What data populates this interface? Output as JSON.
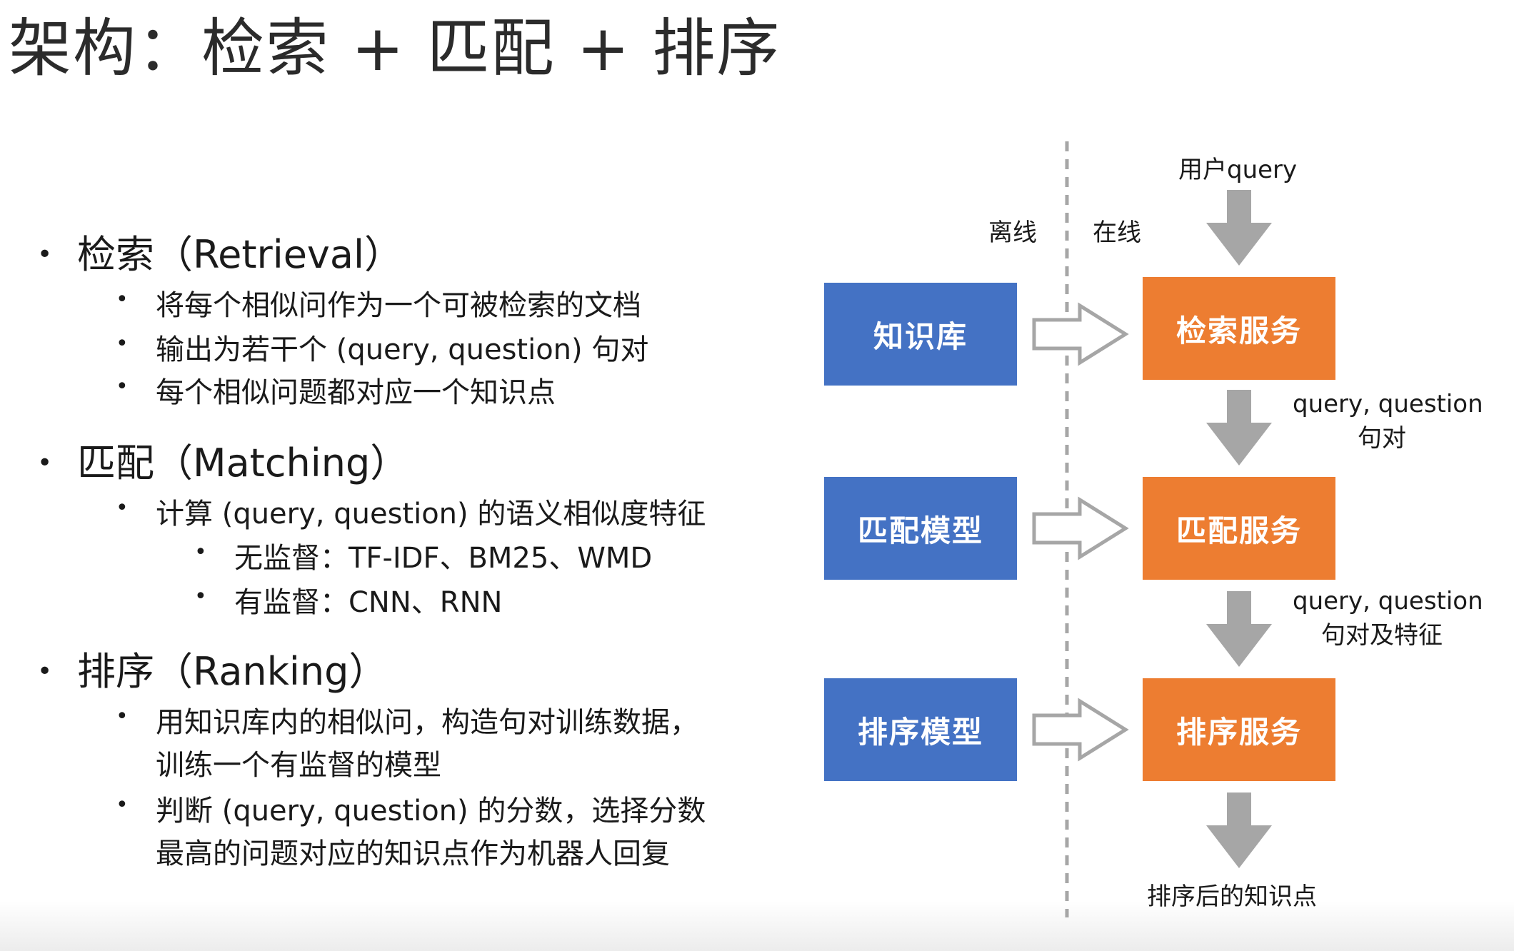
{
  "title": "架构：检索 + 匹配 + 排序",
  "outline": {
    "sections": [
      {
        "heading": "检索（Retrieval）",
        "items": [
          "将每个相似问作为一个可被检索的文档",
          "输出为若干个 (query, question) 句对",
          "每个相似问题都对应一个知识点"
        ]
      },
      {
        "heading": "匹配（Matching）",
        "items": [
          "计算 (query, question) 的语义相似度特征"
        ],
        "subitems": [
          "无监督：TF-IDF、BM25、WMD",
          "有监督：CNN、RNN"
        ]
      },
      {
        "heading": "排序（Ranking）",
        "items": [
          "用知识库内的相似问，构造句对训练数据，",
          "训练一个有监督的模型",
          "判断 (query, question) 的分数，选择分数",
          "最高的问题对应的知识点作为机器人回复"
        ]
      }
    ]
  },
  "diagram": {
    "offline_label": "离线",
    "online_label": "在线",
    "input_label": "用户query",
    "output_label": "排序后的知识点",
    "offline_boxes": [
      "知识库",
      "匹配模型",
      "排序模型"
    ],
    "online_boxes": [
      "检索服务",
      "匹配服务",
      "排序服务"
    ],
    "edge_labels": [
      [
        "query, question",
        "句对"
      ],
      [
        "query, question",
        "句对及特征"
      ]
    ],
    "colors": {
      "offline_box": "#4472c4",
      "online_box": "#ed7d31",
      "arrow": "#a6a6a6",
      "divider": "#a6a6a6"
    }
  }
}
